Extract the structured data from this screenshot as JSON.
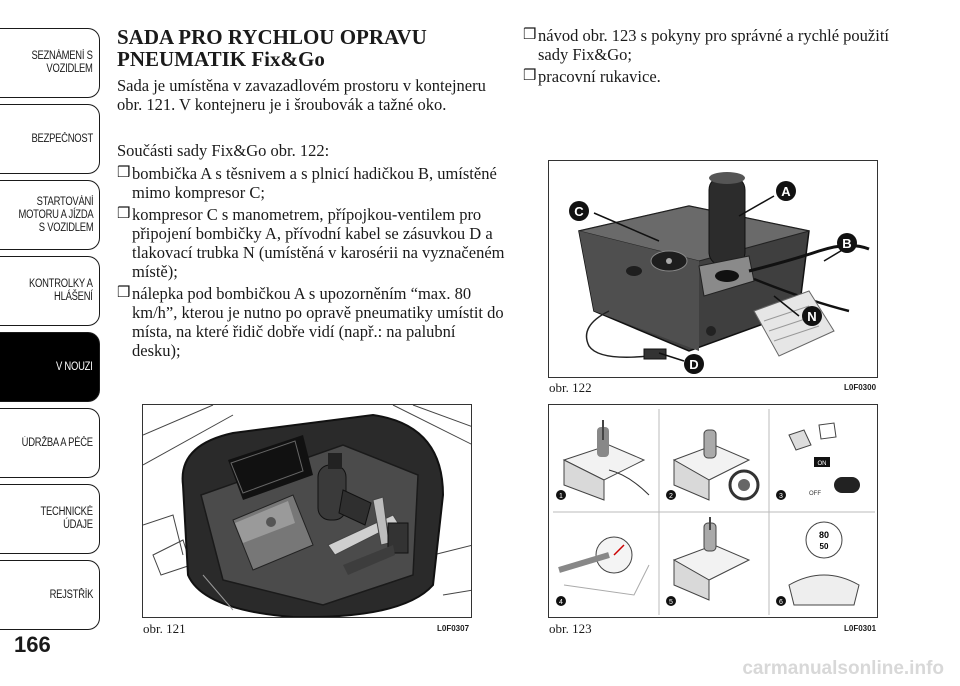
{
  "tabs": [
    {
      "label": "SEZNÁMENÍ S\nVOZIDLEM",
      "active": false
    },
    {
      "label": "BEZPEČNOST",
      "active": false
    },
    {
      "label": "STARTOVÁNÍ\nMOTORU A JÍZDA\nS VOZIDLEM",
      "active": false
    },
    {
      "label": "KONTROLKY A\nHLÁŠENÍ",
      "active": false
    },
    {
      "label": "V NOUZI",
      "active": true
    },
    {
      "label": "ÚDRŽBA A PÉČE",
      "active": false
    },
    {
      "label": "TECHNICKÉ\nÚDAJE",
      "active": false
    },
    {
      "label": "REJSTŘÍK",
      "active": false
    }
  ],
  "page_number": "166",
  "heading": "SADA PRO RYCHLOU OPRAVU PNEUMATIK Fix&Go",
  "intro": "Sada je umístěna v zavazadlovém prostoru v kontejneru obr. 121. V kontejneru je i šroubovák a tažné oko.",
  "parts_intro": "Součásti sady Fix&Go obr. 122:",
  "bullet_mark": "❒",
  "bullets_left": [
    "bombička A s těsnivem a s plnicí hadičkou B, umístěné mimo kompresor C;",
    "kompresor C s manometrem, přípojkou-ventilem pro připojení bombičky A, přívodní kabel se zásuvkou D a tlakovací trubka N (umístěná v karosérii na vyznačeném místě);",
    "nálepka pod bombičkou A s upozorněním “max. 80 km/h”, kterou je nutno po opravě pneumatiky umístit do místa, na které řidič dobře vidí (např.: na palubní desku);"
  ],
  "bullets_right": [
    "návod obr. 123 s pokyny pro správné a rychlé použití sady Fix&Go;",
    "pracovní rukavice."
  ],
  "figures": {
    "fig121": {
      "caption": "obr. 121",
      "code": "L0F0307"
    },
    "fig122": {
      "caption": "obr. 122",
      "code": "L0F0300",
      "labels": {
        "a": "A",
        "b": "B",
        "c": "C",
        "d": "D",
        "n": "N"
      }
    },
    "fig123": {
      "caption": "obr. 123",
      "code": "L0F0301",
      "steps": [
        "1",
        "2",
        "3",
        "4",
        "5",
        "6"
      ],
      "on_label": "ON",
      "off_label": "OFF",
      "gauge_top": "80",
      "gauge_bottom": "50"
    }
  },
  "watermark": "carmanualsonline.info"
}
